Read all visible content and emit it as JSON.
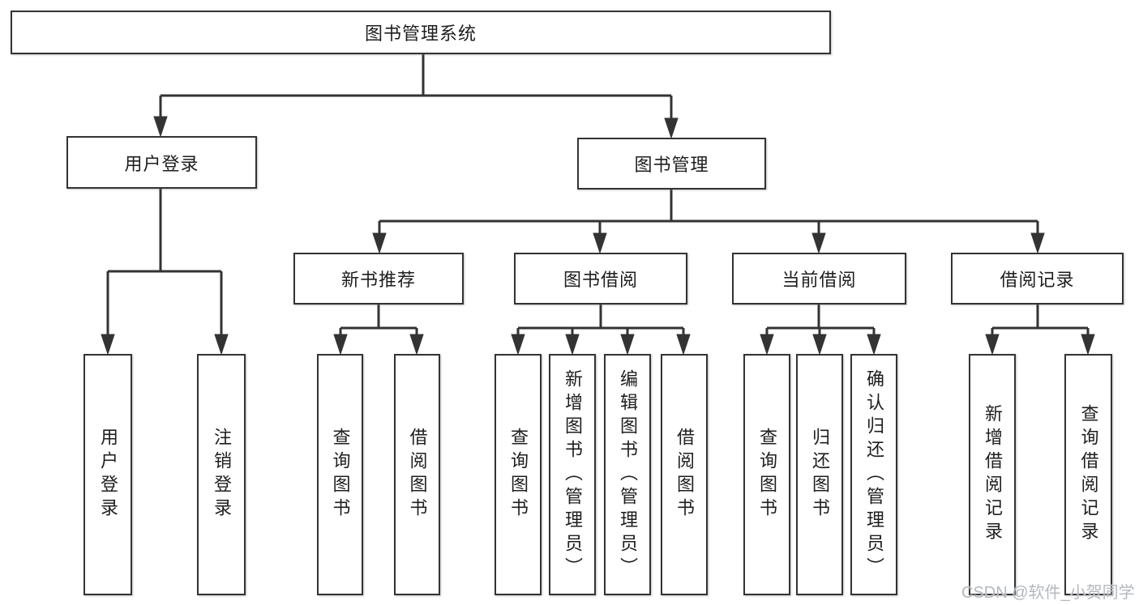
{
  "diagram_type": "hierarchy",
  "tree": {
    "root": {
      "label": "图书管理系统"
    },
    "branches": [
      {
        "label": "用户登录",
        "children": [
          {
            "label": "用户登录"
          },
          {
            "label": "注销登录"
          }
        ]
      },
      {
        "label": "图书管理",
        "children": [
          {
            "label": "新书推荐",
            "children": [
              {
                "label": "查询图书"
              },
              {
                "label": "借阅图书"
              }
            ]
          },
          {
            "label": "图书借阅",
            "children": [
              {
                "label": "查询图书"
              },
              {
                "label": "新增图书（管理员）"
              },
              {
                "label": "编辑图书（管理员）"
              },
              {
                "label": "借阅图书"
              }
            ]
          },
          {
            "label": "当前借阅",
            "children": [
              {
                "label": "查询图书"
              },
              {
                "label": "归还图书"
              },
              {
                "label": "确认归还（管理员）"
              }
            ]
          },
          {
            "label": "借阅记录",
            "children": [
              {
                "label": "新增借阅记录"
              },
              {
                "label": "查询借阅记录"
              }
            ]
          }
        ]
      }
    ]
  },
  "watermark": "CSDN @软件_小贺同学",
  "colors": {
    "line": "#333333",
    "border": "#333333",
    "text": "#1e1e1e",
    "background": "#ffffff",
    "watermark": "#b4b8bc"
  }
}
